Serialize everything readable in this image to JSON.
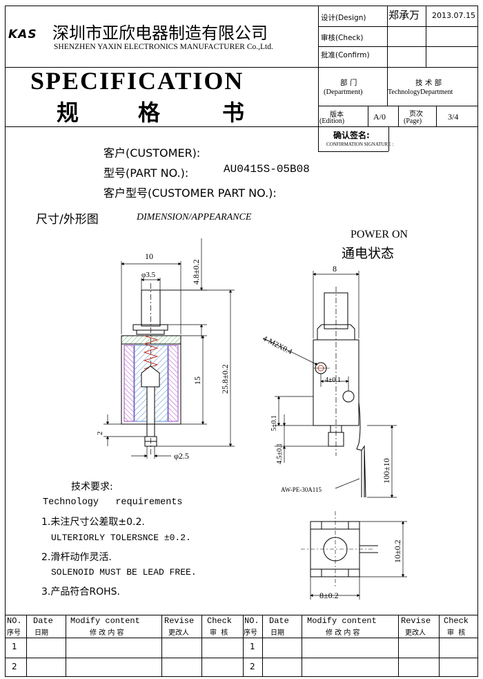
{
  "company": {
    "logo": "KAS",
    "name_cn": "深圳市亚欣电器制造有限公司",
    "name_en": "SHENZHEN YAXIN ELECTRONICS MANUFACTURER Co.,Ltd."
  },
  "approval": {
    "design_label": "设计(Design)",
    "design_name": "郑承万",
    "design_date": "2013.07.15",
    "check_label": "审核(Check)",
    "confirm_label": "批准(Confirm)"
  },
  "title": {
    "en": "SPECIFICATION",
    "cn": [
      "规",
      "格",
      "书"
    ]
  },
  "department": {
    "label_cn": "部  门",
    "label_en": "(Department)",
    "value_cn": "技 术 部",
    "value_en": "TechnologyDepartment"
  },
  "edition": {
    "label_cn": "版本",
    "label_en": "(Edition)",
    "value": "A/0",
    "page_label_cn": "页次",
    "page_label_en": "(Page)",
    "page_value": "3/4"
  },
  "signature": {
    "label_cn": "确认签名:",
    "label_en": "CONFIRMATION SIGNATURE :"
  },
  "customer": {
    "customer_label": "客户(CUSTOMER):",
    "part_label": "型号(PART NO.):",
    "part_value": "AU0415S-05B08",
    "customer_part_label": "客户型号(CUSTOMER PART NO.):"
  },
  "dimension": {
    "title_cn": "尺寸/外形图",
    "title_en": "DIMENSION/APPEARANCE"
  },
  "power_on": {
    "en": "POWER ON",
    "cn": "通电状态"
  },
  "drawing_labels": {
    "width_10": "10",
    "dia_3_5": "φ3.5",
    "height_4_8": "4.8±0.2",
    "height_15": "15",
    "height_25_8": "25.8±0.2",
    "dim_2": "2",
    "dia_2_5": "φ2.5",
    "width_8": "8",
    "holes": "4-M2X0.4",
    "dim_4": "4±0.1",
    "dim_5": "5±0.1",
    "dim_4_5": "4.5±0.1",
    "wire_len": "100±10",
    "wire_type": "AW-PE-30A115",
    "side_10": "10±0.2",
    "bottom_8": "8±0.2"
  },
  "requirements": {
    "title_cn": "技术要求:",
    "title_en": "Technology   requirements",
    "items": [
      "1.未注尺寸公差取±0.2.",
      "ULTERIORLY TOLERSNCE ±0.2.",
      "2.滑杆动作灵活.",
      "SOLENOID MUST BE LEAD FREE.",
      "3.产品符合ROHS."
    ]
  },
  "revision_table": {
    "headers_en": [
      "NO.",
      "Date",
      "Modify content",
      "Revise",
      "Check",
      "NO.",
      "Date",
      "Modify content",
      "Revise",
      "Check"
    ],
    "headers_cn": [
      "序号",
      "日期",
      "修 改 内 容",
      "更改人",
      "审  核",
      "序号",
      "日期",
      "修 改 内 容",
      "更改人",
      "审  核"
    ],
    "rows": [
      [
        "1",
        "1"
      ],
      [
        "2",
        "2"
      ]
    ]
  }
}
